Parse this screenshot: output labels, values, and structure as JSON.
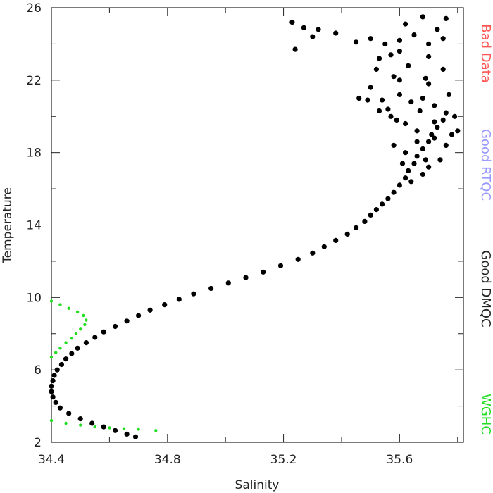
{
  "chart_data": {
    "type": "scatter",
    "xlabel": "Salinity",
    "ylabel": "Temperature",
    "xlim": [
      34.4,
      35.82
    ],
    "ylim": [
      2,
      26
    ],
    "xticks": [
      34.4,
      34.8,
      35.2,
      35.6
    ],
    "yticks": [
      2,
      6,
      10,
      14,
      18,
      22,
      26
    ],
    "grid": false,
    "legend": [
      {
        "label": "Bad Data",
        "color": "#ff5555"
      },
      {
        "label": "Good RTQC",
        "color": "#9999ff"
      },
      {
        "label": "Good DMQC",
        "color": "#222222"
      },
      {
        "label": "WGHC",
        "color": "#22dd22"
      }
    ],
    "series": [
      {
        "name": "Good DMQC",
        "color": "#000000",
        "points": [
          [
            34.69,
            2.3
          ],
          [
            34.66,
            2.45
          ],
          [
            34.62,
            2.65
          ],
          [
            34.58,
            2.85
          ],
          [
            34.54,
            3.05
          ],
          [
            34.5,
            3.3
          ],
          [
            34.46,
            3.6
          ],
          [
            34.43,
            3.9
          ],
          [
            34.415,
            4.2
          ],
          [
            34.405,
            4.5
          ],
          [
            34.4,
            4.8
          ],
          [
            34.4,
            5.1
          ],
          [
            34.405,
            5.4
          ],
          [
            34.41,
            5.7
          ],
          [
            34.42,
            6.0
          ],
          [
            34.435,
            6.3
          ],
          [
            34.45,
            6.6
          ],
          [
            34.47,
            6.9
          ],
          [
            34.49,
            7.2
          ],
          [
            34.52,
            7.5
          ],
          [
            34.55,
            7.8
          ],
          [
            34.58,
            8.1
          ],
          [
            34.62,
            8.4
          ],
          [
            34.66,
            8.7
          ],
          [
            34.7,
            9.0
          ],
          [
            34.74,
            9.3
          ],
          [
            34.79,
            9.6
          ],
          [
            34.84,
            9.9
          ],
          [
            34.89,
            10.2
          ],
          [
            34.95,
            10.5
          ],
          [
            35.01,
            10.8
          ],
          [
            35.07,
            11.1
          ],
          [
            35.13,
            11.4
          ],
          [
            35.19,
            11.75
          ],
          [
            35.25,
            12.1
          ],
          [
            35.3,
            12.45
          ],
          [
            35.34,
            12.8
          ],
          [
            35.38,
            13.15
          ],
          [
            35.42,
            13.5
          ],
          [
            35.45,
            13.85
          ],
          [
            35.48,
            14.2
          ],
          [
            35.5,
            14.55
          ],
          [
            35.52,
            14.85
          ],
          [
            35.54,
            15.15
          ],
          [
            35.56,
            15.45
          ],
          [
            35.58,
            15.8
          ],
          [
            35.6,
            16.2
          ],
          [
            35.62,
            16.6
          ],
          [
            35.63,
            17.0
          ],
          [
            35.65,
            17.4
          ],
          [
            35.66,
            17.8
          ],
          [
            35.68,
            18.2
          ],
          [
            35.7,
            18.6
          ],
          [
            35.71,
            19.0
          ],
          [
            35.73,
            19.4
          ],
          [
            35.75,
            19.8
          ],
          [
            35.76,
            20.2
          ],
          [
            35.72,
            20.6
          ],
          [
            35.68,
            21.0
          ],
          [
            35.64,
            20.8
          ],
          [
            35.6,
            21.2
          ],
          [
            35.56,
            20.4
          ],
          [
            35.62,
            19.6
          ],
          [
            35.66,
            19.2
          ],
          [
            35.74,
            17.6
          ],
          [
            35.76,
            18.4
          ],
          [
            35.7,
            17.2
          ],
          [
            35.78,
            19.0
          ],
          [
            35.68,
            16.8
          ],
          [
            35.59,
            19.8
          ],
          [
            35.54,
            20.9
          ],
          [
            35.5,
            21.6
          ],
          [
            35.58,
            22.2
          ],
          [
            35.63,
            22.8
          ],
          [
            35.7,
            23.3
          ],
          [
            35.6,
            23.6
          ],
          [
            35.55,
            24.0
          ],
          [
            35.65,
            24.5
          ],
          [
            35.7,
            24.0
          ],
          [
            35.75,
            24.3
          ],
          [
            35.62,
            25.1
          ],
          [
            35.68,
            25.5
          ],
          [
            35.5,
            24.3
          ],
          [
            35.45,
            24.1
          ],
          [
            35.38,
            24.6
          ],
          [
            35.3,
            24.4
          ],
          [
            35.27,
            24.9
          ],
          [
            35.23,
            25.2
          ],
          [
            35.32,
            24.8
          ],
          [
            35.46,
            21.0
          ],
          [
            35.52,
            22.6
          ],
          [
            35.6,
            22.0
          ],
          [
            35.57,
            20.0
          ],
          [
            35.7,
            21.8
          ],
          [
            35.77,
            21.2
          ],
          [
            35.79,
            20.0
          ],
          [
            35.8,
            19.2
          ],
          [
            35.72,
            18.8
          ],
          [
            35.66,
            18.6
          ],
          [
            35.61,
            17.4
          ],
          [
            35.64,
            16.4
          ],
          [
            35.69,
            17.6
          ],
          [
            35.58,
            18.4
          ],
          [
            35.53,
            20.3
          ],
          [
            35.49,
            20.9
          ],
          [
            35.67,
            20.3
          ],
          [
            35.72,
            19.7
          ],
          [
            35.62,
            18.0
          ],
          [
            35.75,
            22.6
          ],
          [
            35.69,
            22.1
          ],
          [
            35.53,
            23.2
          ],
          [
            35.57,
            23.4
          ],
          [
            35.6,
            24.2
          ],
          [
            35.73,
            24.8
          ],
          [
            35.24,
            23.7
          ],
          [
            35.76,
            25.4
          ]
        ]
      },
      {
        "name": "WGHC",
        "color": "#22dd22",
        "points": [
          [
            34.4,
            9.8
          ],
          [
            34.43,
            9.6
          ],
          [
            34.46,
            9.4
          ],
          [
            34.49,
            9.2
          ],
          [
            34.51,
            9.0
          ],
          [
            34.52,
            8.75
          ],
          [
            34.515,
            8.5
          ],
          [
            34.5,
            8.25
          ],
          [
            34.485,
            8.0
          ],
          [
            34.47,
            7.75
          ],
          [
            34.45,
            7.5
          ],
          [
            34.43,
            7.2
          ],
          [
            34.415,
            6.95
          ],
          [
            34.4,
            6.7
          ],
          [
            34.4,
            3.2
          ],
          [
            34.45,
            3.05
          ],
          [
            34.5,
            2.95
          ],
          [
            34.55,
            2.85
          ],
          [
            34.6,
            2.8
          ],
          [
            34.65,
            2.75
          ],
          [
            34.7,
            2.72
          ],
          [
            34.76,
            2.65
          ]
        ]
      }
    ]
  }
}
